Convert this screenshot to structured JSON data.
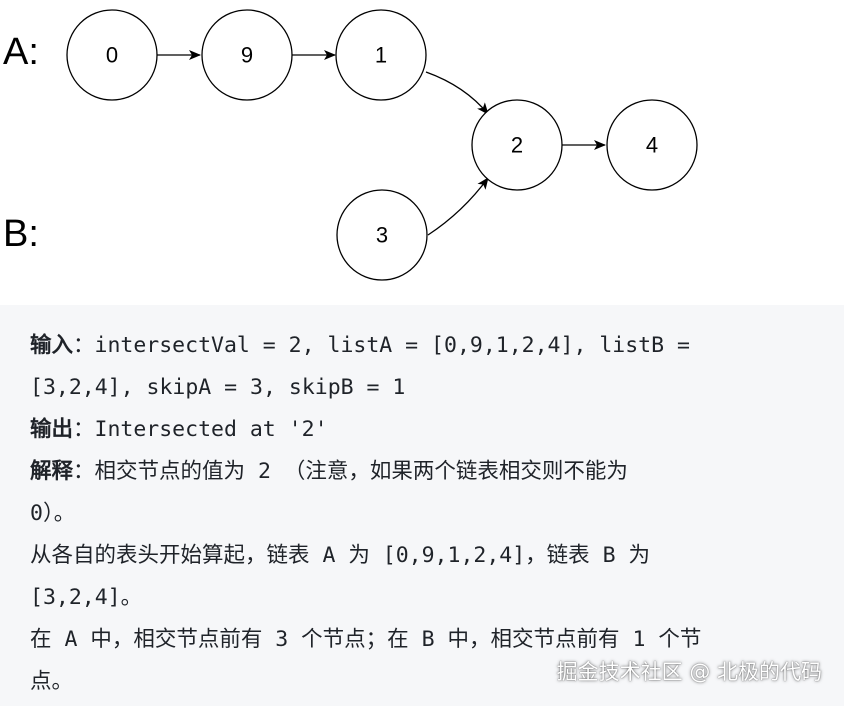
{
  "diagram": {
    "list_labels": [
      "A:",
      "B:"
    ],
    "nodes": [
      "0",
      "9",
      "1",
      "2",
      "4",
      "3"
    ]
  },
  "example": {
    "lines": [
      {
        "key": "输入",
        "text": "：intersectVal = 2, listA = [0,9,1,2,4], listB ="
      },
      {
        "key": "",
        "text": "[3,2,4], skipA = 3, skipB = 1"
      },
      {
        "key": "输出",
        "text": "：Intersected at '2'"
      },
      {
        "key": "解释",
        "text": "：相交节点的值为 2 （注意，如果两个链表相交则不能为"
      },
      {
        "key": "",
        "text": "0）。"
      },
      {
        "key": "",
        "text": "从各自的表头开始算起，链表 A 为 [0,9,1,2,4]，链表 B 为"
      },
      {
        "key": "",
        "text": "[3,2,4]。"
      },
      {
        "key": "",
        "text": "在 A 中，相交节点前有 3 个节点；在 B 中，相交节点前有 1 个节"
      },
      {
        "key": "",
        "text": "点。"
      }
    ]
  },
  "watermark": "掘金技术社区 @ 北极的代码"
}
